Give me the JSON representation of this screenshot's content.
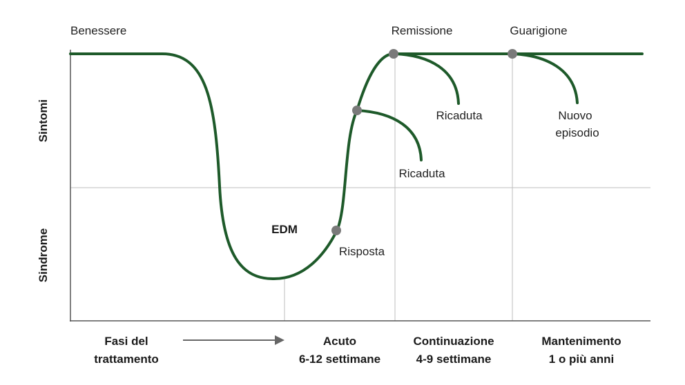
{
  "labels": {
    "benessere": "Benessere",
    "remissione": "Remissione",
    "guarigione": "Guarigione",
    "sintomi": "Sintomi",
    "sindrome": "Sindrome",
    "edm": "EDM",
    "risposta": "Risposta",
    "ricaduta_1": "Ricaduta",
    "ricaduta_2": "Ricaduta",
    "nuovo_episodio_1": "Nuovo",
    "nuovo_episodio_2": "episodio"
  },
  "phases": {
    "fasi_1": "Fasi del",
    "fasi_2": "trattamento",
    "acuto_1": "Acuto",
    "acuto_2": "6-12 settimane",
    "continuazione_1": "Continuazione",
    "continuazione_2": "4-9 settimane",
    "mantenimento_1": "Mantenimento",
    "mantenimento_2": "1 o più anni"
  },
  "colors": {
    "curve": "#1e5a2a",
    "marker": "#7a7a7a",
    "axis": "#555555",
    "grid": "#bdbdbd",
    "arrow": "#666666"
  }
}
